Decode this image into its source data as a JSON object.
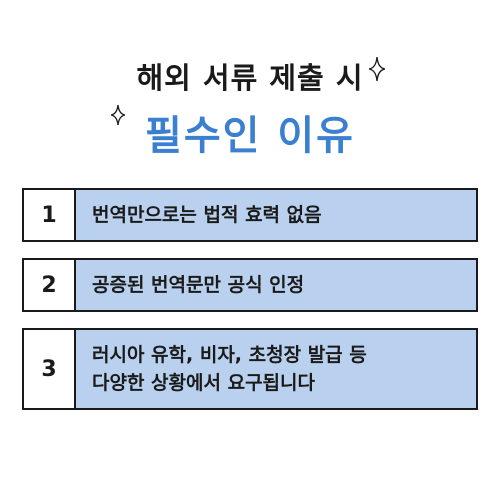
{
  "title": {
    "line1": "해외 서류 제출 시",
    "line2": "필수인 이유"
  },
  "colors": {
    "accent": "#3b7fd0",
    "card_fill": "#b9d1ee",
    "border": "#1a1a1a"
  },
  "reasons": [
    {
      "number": "1",
      "text": "번역만으로는 법적 효력 없음"
    },
    {
      "number": "2",
      "text": "공증된 번역문만 공식 인정"
    },
    {
      "number": "3",
      "line1": "러시아 유학, 비자, 초청장 발급 등",
      "line2": "다양한 상황에서 요구됩니다"
    }
  ]
}
